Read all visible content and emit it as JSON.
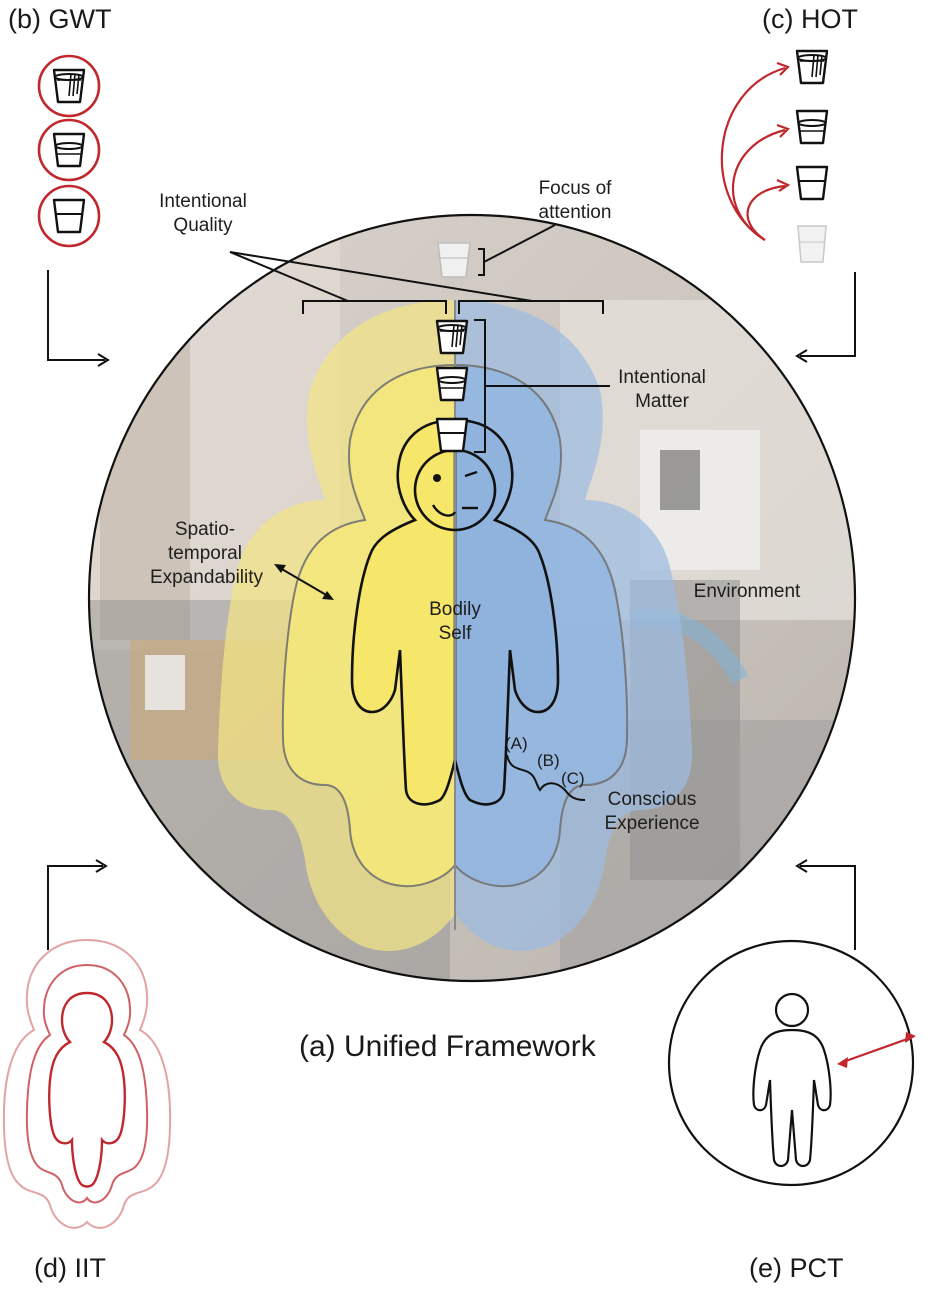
{
  "panels": {
    "a_title": "(a) Unified Framework",
    "b_title": "(b) GWT",
    "c_title": "(c) HOT",
    "d_title": "(d) IIT",
    "e_title": "(e) PCT"
  },
  "annotations": {
    "intentional_quality": [
      "Intentional",
      "Quality"
    ],
    "focus_of_attention": [
      "Focus of",
      "attention"
    ],
    "intentional_matter": [
      "Intentional",
      "Matter"
    ],
    "spatiotemporal": [
      "Spatio-",
      "temporal",
      "Expandability"
    ],
    "bodily_self": [
      "Bodily",
      "Self"
    ],
    "environment": "Environment",
    "conscious_experience": [
      "Conscious",
      "Experience"
    ],
    "layer_a": "(A)",
    "layer_b": "(B)",
    "layer_c": "(C)"
  },
  "colors": {
    "yellow_half": "#f3e27a",
    "blue_half": "#8fb3dc",
    "red_accent": "#c0282d",
    "room_background": "#cfc8c0",
    "outline": "#1a1a1a"
  },
  "icons": {
    "glass_icon": "glass-of-water-icon",
    "arrow_icon": "elbow-arrow-icon",
    "person_icon": "person-outline-icon",
    "face_icon": "half-smile-face-icon"
  }
}
